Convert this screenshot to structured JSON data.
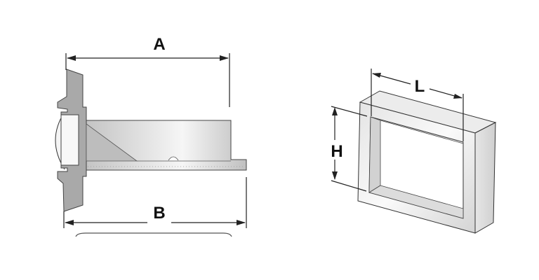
{
  "left_figure": {
    "dimension_a_label": "A",
    "dimension_b_label": "B"
  },
  "right_figure": {
    "dimension_l_label": "L",
    "dimension_h_label": "H"
  },
  "colors": {
    "metal_dark": "#a8a8a8",
    "metal_light": "#eeeeee",
    "line": "#222222"
  }
}
